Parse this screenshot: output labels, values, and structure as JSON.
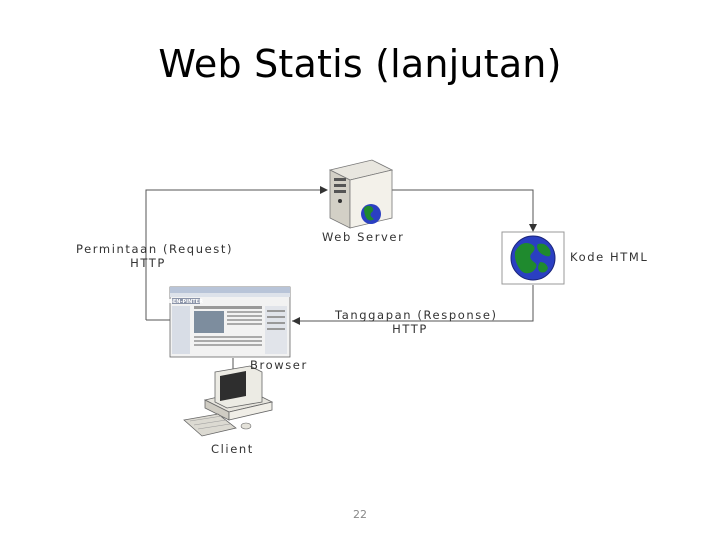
{
  "slide": {
    "title": "Web Statis (lanjutan)",
    "page_number": "22"
  },
  "diagram": {
    "web_server_label": "Web Server",
    "kode_html_label": "Kode HTML",
    "request_label_line1": "Permintaan (Request)",
    "request_label_line2": "HTTP",
    "response_label_line1": "Tanggapan (Response)",
    "response_label_line2": "HTTP",
    "browser_label": "Browser",
    "client_label": "Client",
    "browser_logo_text": "BEN-PINTER"
  },
  "icons": {
    "server": "server-icon",
    "globe": "globe-icon",
    "browser": "browser-window-icon",
    "computer": "desktop-computer-icon"
  },
  "colors": {
    "line": "#555555",
    "globe_land": "#1f8a2e",
    "globe_sea": "#2a3fc2"
  }
}
